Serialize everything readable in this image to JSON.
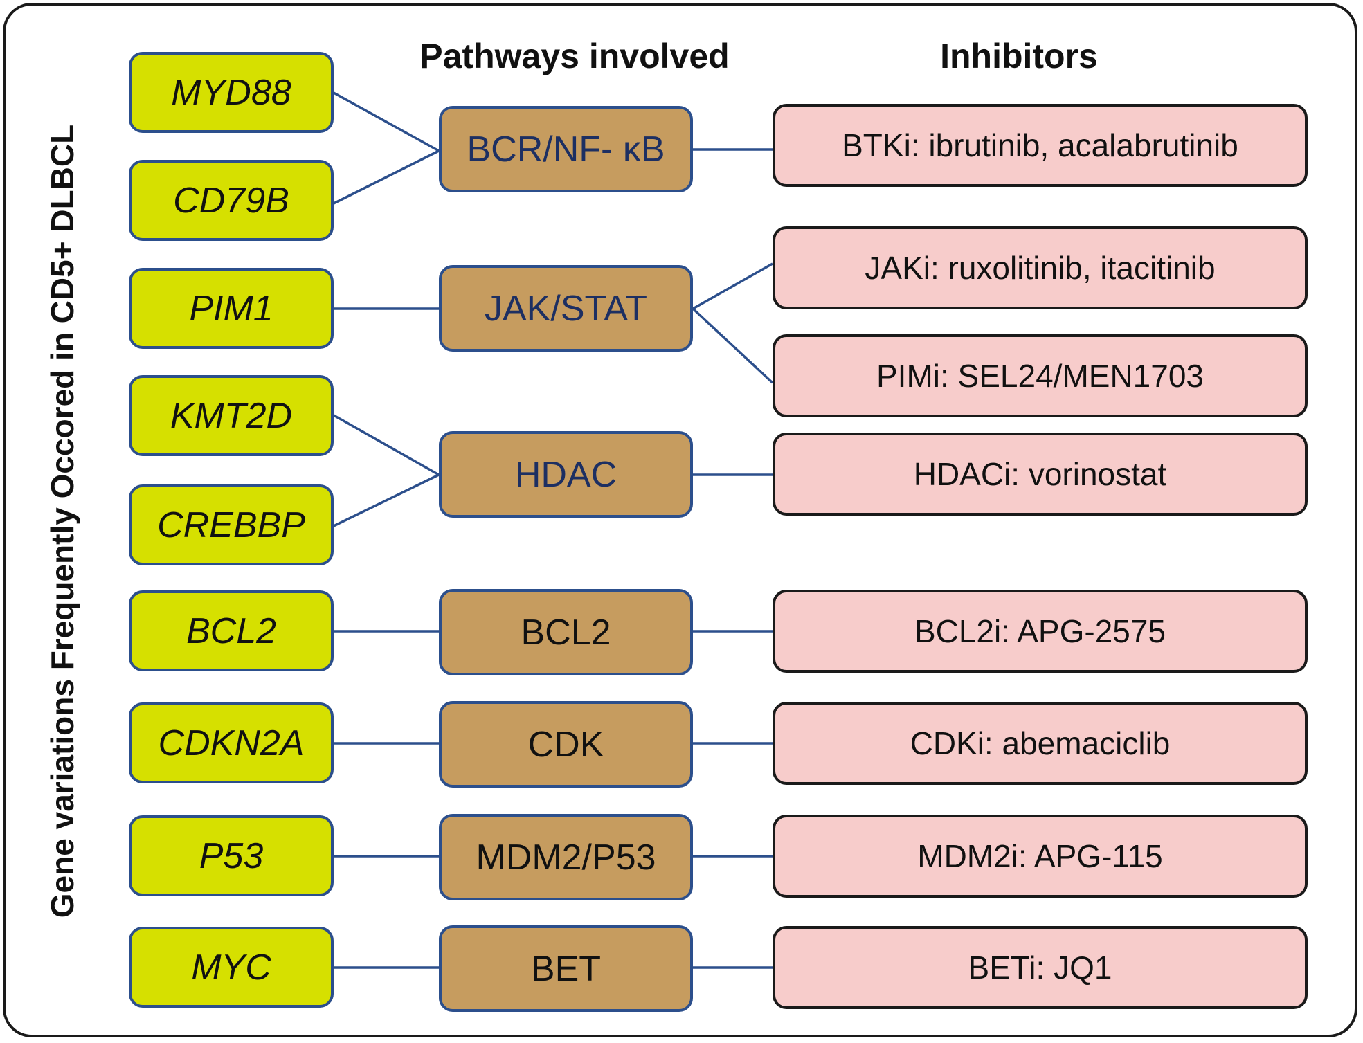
{
  "side_label": "Gene variations Frequently Occored in CD5+ DLBCL",
  "headers": {
    "pathways": "Pathways involved",
    "inhibitors": "Inhibitors"
  },
  "genes": [
    "MYD88",
    "CD79B",
    "PIM1",
    "KMT2D",
    "CREBBP",
    "BCL2",
    "CDKN2A",
    "P53",
    "MYC"
  ],
  "pathways": [
    "BCR/NF- κB",
    "JAK/STAT",
    "HDAC",
    "BCL2",
    "CDK",
    "MDM2/P53",
    "BET"
  ],
  "inhibitors": [
    "BTKi: ibrutinib, acalabrutinib",
    "JAKi: ruxolitinib, itacitinib",
    "PIMi: SEL24/MEN1703",
    "HDACi: vorinostat",
    "BCL2i: APG-2575",
    "CDKi: abemaciclib",
    "MDM2i: APG-115",
    "BETi: JQ1"
  ],
  "colors": {
    "gene_fill": "#d6e000",
    "pathway_fill": "#c69c5f",
    "inhibitor_fill": "#f7cccb",
    "connector": "#2c4f8c"
  }
}
